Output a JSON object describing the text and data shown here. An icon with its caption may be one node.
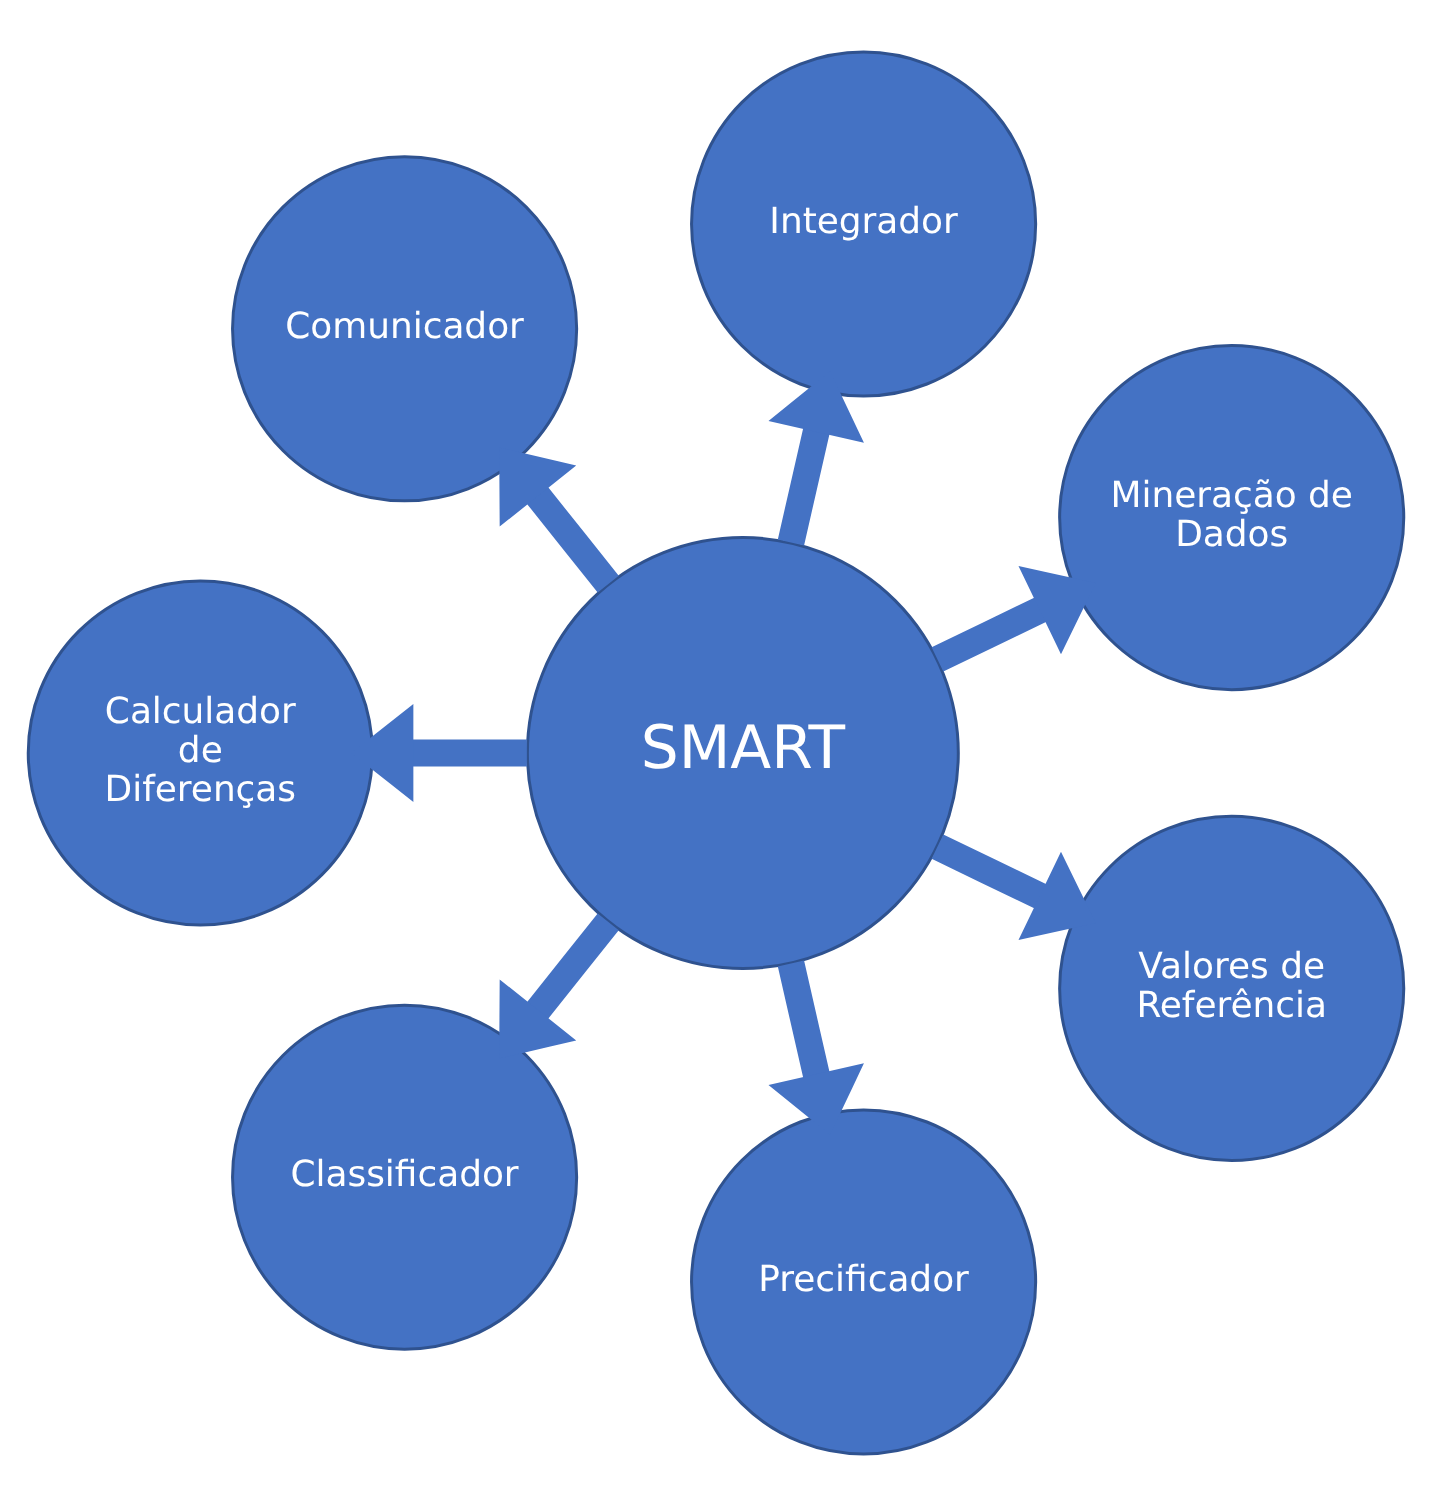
{
  "diagram": {
    "nodes": [
      {
        "text": [
          "SMART"
        ]
      },
      {
        "text": [
          "Mineração de Dados"
        ]
      },
      {
        "text": [
          "Integrador"
        ]
      },
      {
        "text": [
          "Comunicador"
        ]
      },
      {
        "text": [
          "Calculador de Diferenças"
        ]
      },
      {
        "text": [
          "Classificador"
        ]
      },
      {
        "text": [
          "Precificador"
        ]
      },
      {
        "text": [
          "Valores de Referência"
        ]
      }
    ],
    "edges": [
      {
        "from": 0,
        "to": 1,
        "arrow": "to"
      },
      {
        "from": 0,
        "to": 2,
        "arrow": "to"
      },
      {
        "from": 0,
        "to": 3,
        "arrow": "to"
      },
      {
        "from": 0,
        "to": 4,
        "arrow": "to"
      },
      {
        "from": 0,
        "to": 5,
        "arrow": "to"
      },
      {
        "from": 0,
        "to": 6,
        "arrow": "to"
      },
      {
        "from": 0,
        "to": 7,
        "arrow": "to"
      }
    ]
  }
}
